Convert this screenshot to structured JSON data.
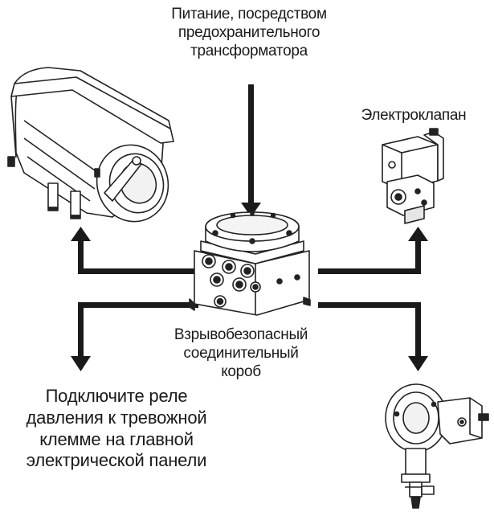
{
  "labels": {
    "power": "Питание, посредством\nпредохранительного\nтрансформатора",
    "solenoid_valve": "Электроклапан",
    "junction_box": "Взрывобезопасный\nсоединительный\nкороб",
    "pressure_relay": "Подключите реле\nдавления к тревожной\nклемме на главной\nэлектрической панели"
  },
  "colors": {
    "arrow": "#1a1a1a",
    "line": "#222222",
    "fill": "#ffffff",
    "shade": "#d9d9d9"
  }
}
